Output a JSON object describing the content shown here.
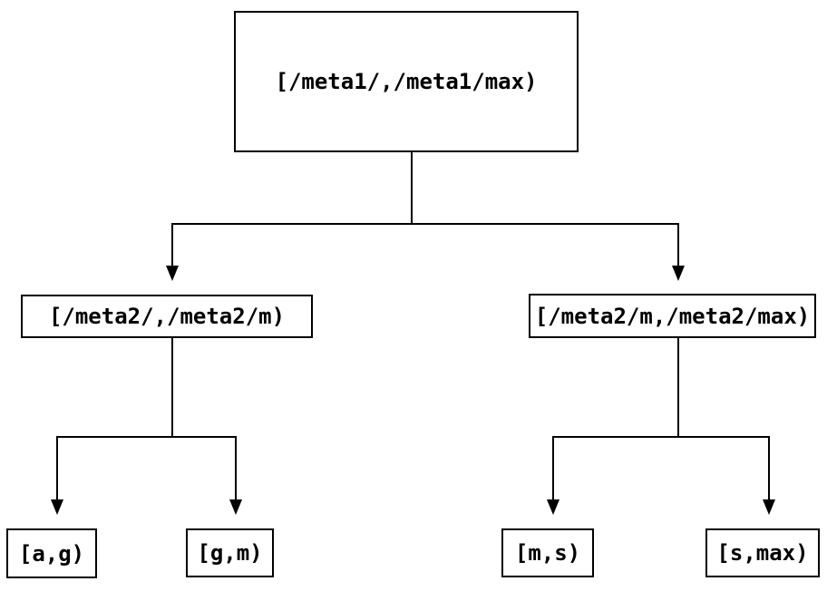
{
  "colors": {
    "background": "#ffffff",
    "line": "#000000",
    "box_border": "#000000",
    "text": "#000000"
  },
  "tree": {
    "root": {
      "label": "[/meta1/,/meta1/max)"
    },
    "children": [
      {
        "label": "[/meta2/,/meta2/m)",
        "children": [
          {
            "label": "[a,g)"
          },
          {
            "label": "[g,m)"
          }
        ]
      },
      {
        "label": "[/meta2/m,/meta2/max)",
        "children": [
          {
            "label": "[m,s)"
          },
          {
            "label": "[s,max)"
          }
        ]
      }
    ]
  }
}
